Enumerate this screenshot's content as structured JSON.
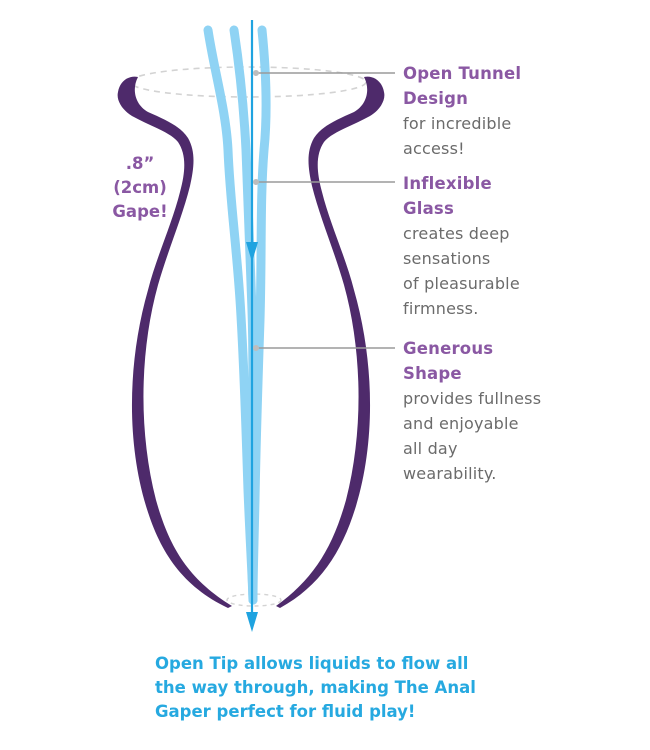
{
  "gape_label": [
    ".8”",
    "(2cm)",
    "Gape!"
  ],
  "callouts": [
    {
      "head": [
        "Open Tunnel",
        "Design"
      ],
      "body": [
        "for incredible",
        "access!"
      ]
    },
    {
      "head": [
        "Inflexible",
        "Glass"
      ],
      "body": [
        "creates deep",
        "sensations",
        "of pleasurable",
        "firmness."
      ]
    },
    {
      "head": [
        "Generous",
        "Shape"
      ],
      "body": [
        "provides fullness",
        "and enjoyable",
        "all day",
        "wearability."
      ]
    }
  ],
  "bottom_note": [
    "Open Tip allows liquids to flow all",
    "the way through, making The Anal",
    "Gaper perfect for fluid play!"
  ],
  "colors": {
    "purple": "#4e2a6b",
    "purple_text": "#8a58a3",
    "light_blue": "#8fd3f4",
    "arrow_blue": "#1fa3e0",
    "gray_text": "#6b6b6b",
    "leader": "#9a9a9a"
  },
  "icons": [
    "flow-arrow-icon"
  ]
}
